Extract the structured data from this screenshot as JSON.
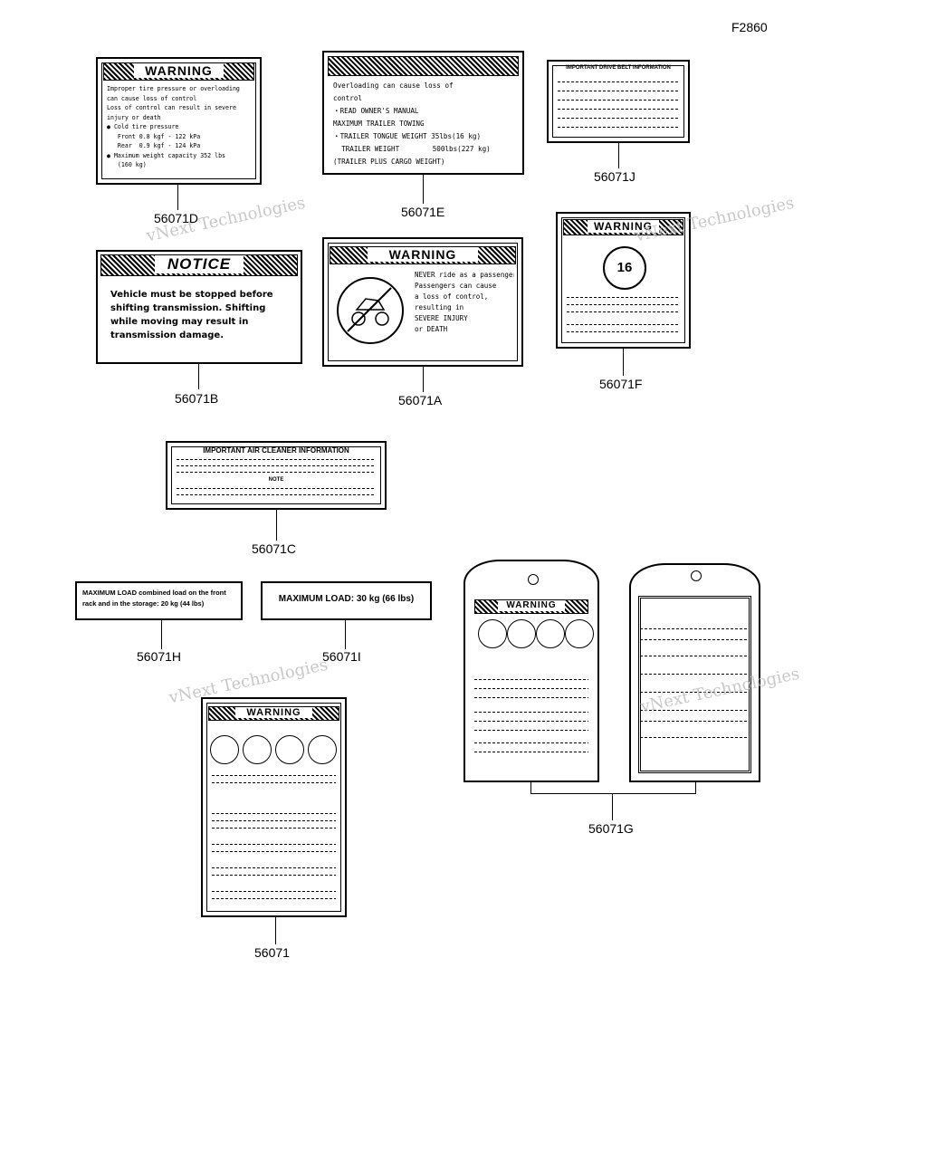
{
  "figure_code": "F2860",
  "watermark": "vNext Technologies",
  "labels": {
    "56071D": {
      "part": "56071D",
      "title": "WARNING",
      "text": "Improper tire pressure or overloading\ncan cause loss of control\nLoss of control can result in severe\ninjury or death\n● Cold tire pressure\n   Front 0.8 kgf - 122 kPa\n   Rear  0.9 kgf - 124 kPa\n● Maximum weight capacity 352 lbs\n   (160 kg)"
    },
    "56071E": {
      "part": "56071E",
      "title": "WARNING",
      "text": "Overloading can cause loss of\ncontrol\n・READ OWNER'S MANUAL\nMAXIMUM TRAILER TOWING\n・TRAILER TONGUE WEIGHT 35lbs(16 kg)\n  TRAILER WEIGHT        500lbs(227 kg)\n(TRAILER PLUS CARGO WEIGHT)"
    },
    "56071J": {
      "part": "56071J",
      "title": "IMPORTANT DRIVE BELT INFORMATION"
    },
    "56071B": {
      "part": "56071B",
      "title": "NOTICE",
      "text": "Vehicle must be stopped before shifting transmission. Shifting while moving may result in transmission damage."
    },
    "56071A": {
      "part": "56071A",
      "title": "WARNING",
      "text": "NEVER ride as a passenger\nPassengers can cause\na loss of control,\nresulting in\nSEVERE INJURY\nor DEATH"
    },
    "56071F": {
      "part": "56071F",
      "title": "WARNING",
      "badge": "16"
    },
    "56071C": {
      "part": "56071C",
      "title": "IMPORTANT AIR CLEANER INFORMATION",
      "note": "NOTE"
    },
    "56071H": {
      "part": "56071H",
      "text": "MAXIMUM LOAD combined load on the front rack and in the storage: 20 kg (44 lbs)"
    },
    "56071I": {
      "part": "56071I",
      "text": "MAXIMUM LOAD: 30 kg (66 lbs)"
    },
    "56071G": {
      "part": "56071G",
      "title_left": "WARNING"
    },
    "56071": {
      "part": "56071",
      "title": "WARNING"
    }
  }
}
